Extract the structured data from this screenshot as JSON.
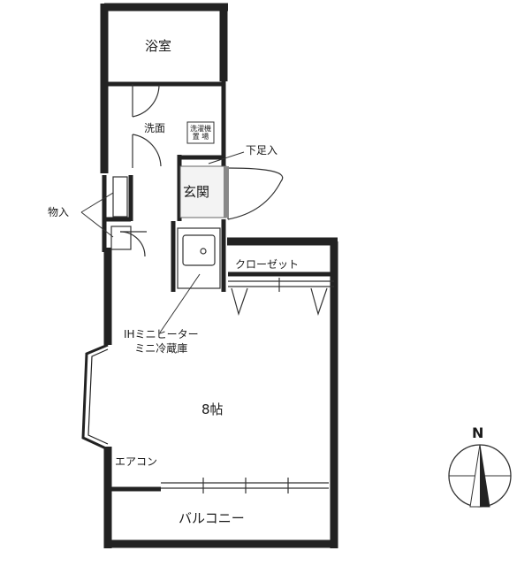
{
  "rooms": {
    "bathroom": "浴室",
    "washroom": "洗面",
    "entrance": "玄関",
    "main_room": "8帖",
    "closet": "クローゼット",
    "balcony": "バルコニー"
  },
  "labels": {
    "washing_machine_line1": "洗濯機",
    "washing_machine_line2": "置 場",
    "shoe_storage": "下足入",
    "storage": "物入",
    "kitchen_line1": "IHミニヒーター",
    "kitchen_line2": "ミニ冷蔵庫",
    "air_conditioner": "エアコン"
  },
  "compass": {
    "north_label": "N"
  }
}
